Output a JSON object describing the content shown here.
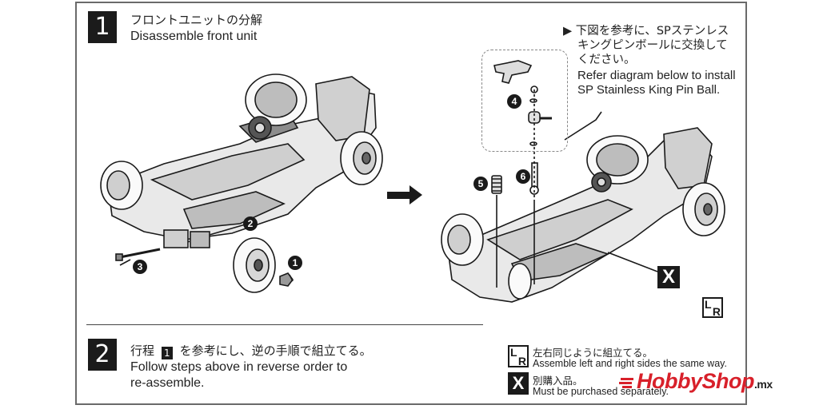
{
  "step1": {
    "number": "1",
    "title_jp": "フロントユニットの分解",
    "title_en": "Disassemble front unit"
  },
  "step2": {
    "number": "2",
    "text_jp_prefix": "行程",
    "text_jp_ref": "1",
    "text_jp_suffix": "を参考にし、逆の手順で組立てる。",
    "text_en_line1": "Follow steps above in reverse order to",
    "text_en_line2": "re-assemble."
  },
  "callout": {
    "jp_line1": "▶ 下図を参考に、SPステンレス",
    "jp_line2": "キングピンボールに交換して",
    "jp_line3": "ください。",
    "en_line1": "Refer diagram below to install",
    "en_line2": "SP Stainless King Pin Ball."
  },
  "part_numbers": {
    "p1": "1",
    "p2": "2",
    "p3": "3",
    "p4": "4",
    "p5": "5",
    "p6": "6"
  },
  "markers": {
    "x": "X",
    "lr_left": "L",
    "lr_right": "R"
  },
  "legend": {
    "lr_jp": "左右同じように組立てる。",
    "lr_en": "Assemble left and right sides the same way.",
    "x_jp": "別購入品。",
    "x_en": "Must be purchased separately."
  },
  "watermark": {
    "brand": "HobbyShop",
    "suffix": ".mx",
    "color": "#d8202a"
  }
}
